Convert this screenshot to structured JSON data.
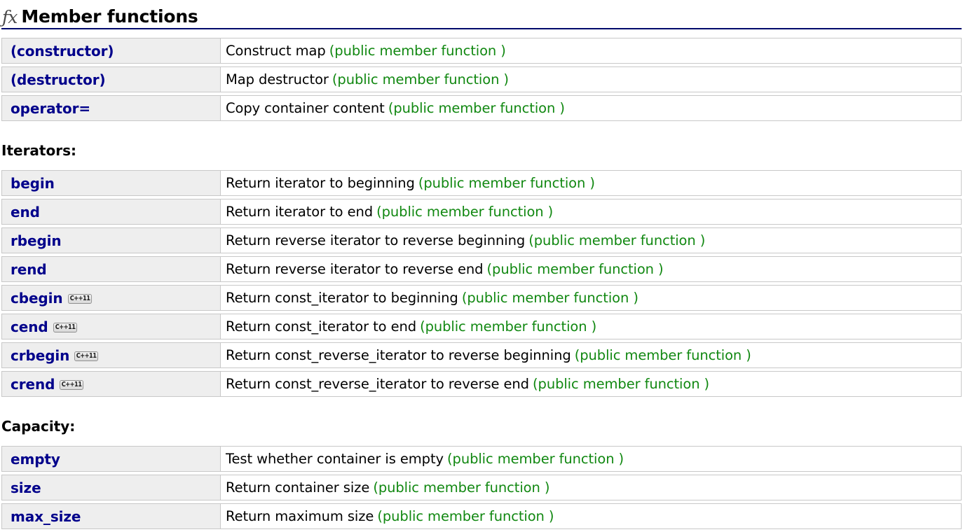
{
  "header": {
    "icon": "fx-icon",
    "title": "Member functions"
  },
  "note_label": "(public member function )",
  "sections": [
    {
      "heading": "",
      "rows": [
        {
          "name": "(constructor)",
          "badge": "",
          "desc": "Construct map",
          "note": "(public member function )"
        },
        {
          "name": "(destructor)",
          "badge": "",
          "desc": "Map destructor",
          "note": "(public member function )"
        },
        {
          "name": "operator=",
          "badge": "",
          "desc": "Copy container content",
          "note": "(public member function )"
        }
      ]
    },
    {
      "heading": "Iterators:",
      "rows": [
        {
          "name": "begin",
          "badge": "",
          "desc": "Return iterator to beginning",
          "note": "(public member function )"
        },
        {
          "name": "end",
          "badge": "",
          "desc": "Return iterator to end",
          "note": "(public member function )"
        },
        {
          "name": "rbegin",
          "badge": "",
          "desc": "Return reverse iterator to reverse beginning",
          "note": "(public member function )"
        },
        {
          "name": "rend",
          "badge": "",
          "desc": "Return reverse iterator to reverse end",
          "note": "(public member function )"
        },
        {
          "name": "cbegin",
          "badge": "C++11",
          "desc": "Return const_iterator to beginning",
          "note": "(public member function )"
        },
        {
          "name": "cend",
          "badge": "C++11",
          "desc": "Return const_iterator to end",
          "note": "(public member function )"
        },
        {
          "name": "crbegin",
          "badge": "C++11",
          "desc": "Return const_reverse_iterator to reverse beginning",
          "note": "(public member function )"
        },
        {
          "name": "crend",
          "badge": "C++11",
          "desc": "Return const_reverse_iterator to reverse end",
          "note": "(public member function )"
        }
      ]
    },
    {
      "heading": "Capacity:",
      "rows": [
        {
          "name": "empty",
          "badge": "",
          "desc": "Test whether container is empty",
          "note": "(public member function )"
        },
        {
          "name": "size",
          "badge": "",
          "desc": "Return container size",
          "note": "(public member function )"
        },
        {
          "name": "max_size",
          "badge": "",
          "desc": "Return maximum size",
          "note": "(public member function )"
        }
      ]
    }
  ],
  "colors": {
    "link": "#00008B",
    "note": "#118811",
    "header_rule": "#000a6b",
    "name_cell_bg": "#eeeeee",
    "border": "#c8c8c8"
  }
}
